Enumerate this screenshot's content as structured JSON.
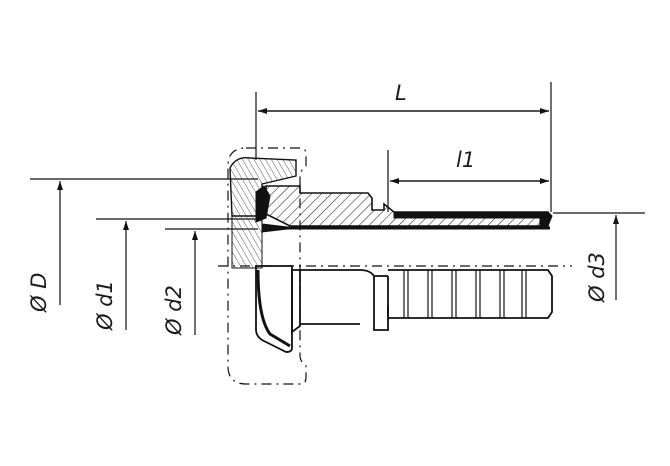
{
  "labels": {
    "L": "L",
    "l1": "l1",
    "D": "Ø D",
    "d1": "Ø d1",
    "d2": "Ø d2",
    "d3": "Ø d3"
  }
}
